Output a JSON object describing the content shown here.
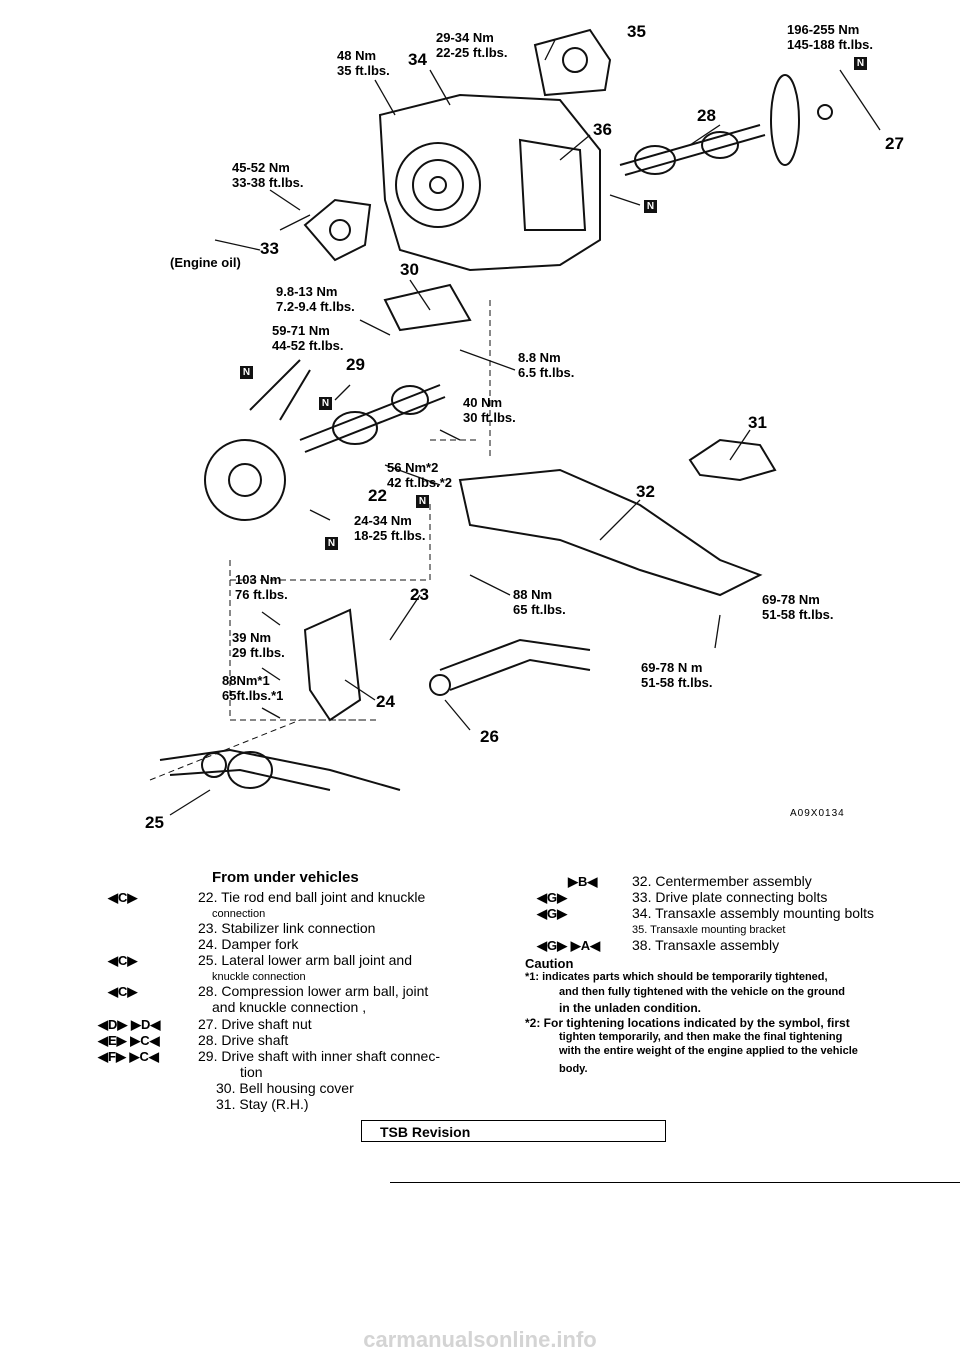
{
  "diagram": {
    "part_numbers": [
      "22",
      "23",
      "24",
      "25",
      "26",
      "27",
      "28",
      "29",
      "30",
      "31",
      "32",
      "33",
      "34",
      "35",
      "36"
    ],
    "torques": {
      "t35top": "196-255 Nm\n145-188 ft.lbs.",
      "t34a": "48 Nm\n35 ft.lbs.",
      "t34b": "29-34 Nm\n22-25 ft.lbs.",
      "t33": "45-52 Nm\n33-38 ft.lbs.",
      "t30": "9.8-13 Nm\n7.2-9.4 ft.lbs.",
      "t59": "59-71 Nm\n44-52 ft.lbs.",
      "t88a": "8.8 Nm\n6.5 ft.lbs.",
      "t40": "40 Nm\n30 ft.lbs.",
      "t56": "56 Nm*2\n42 ft.lbs.*2",
      "t24": "24-34 Nm\n18-25 ft.lbs.",
      "t103": "103 Nm\n76 ft.lbs.",
      "t39": "39 Nm\n29 ft.lbs.",
      "t88b": "88Nm*1\n65ft.lbs.*1",
      "t88c": "88 Nm\n65 ft.lbs.",
      "t69a": "69-78 Nm\n51-58 ft.lbs.",
      "t69b": "69-78 N m\n51-58 ft.lbs."
    },
    "engine_oil": "(Engine oil)",
    "figure_code": "A09X0134",
    "badge": "N"
  },
  "legend": {
    "heading": "From under vehicles",
    "left": [
      {
        "marks": "◀C▶",
        "text": "22. Tie rod end ball joint and knuckle"
      },
      {
        "marks": "",
        "text": "connection",
        "small": true
      },
      {
        "marks": "",
        "text": "23. Stabilizer link connection"
      },
      {
        "marks": "",
        "text": "24. Damper fork"
      },
      {
        "marks": "◀C▶",
        "text": "25. Lateral lower arm ball joint and"
      },
      {
        "marks": "",
        "text": "knuckle connection",
        "small": true
      },
      {
        "marks": "◀C▶",
        "text": "28. Compression lower arm ball, joint"
      },
      {
        "marks": "",
        "text": "and knuckle connection ,"
      },
      {
        "marks": "◀D▶ ▶D◀",
        "text": "27. Drive shaft nut"
      },
      {
        "marks": "◀E▶ ▶C◀",
        "text": "28. Drive shaft"
      },
      {
        "marks": "◀F▶ ▶C◀",
        "text": "29. Drive shaft with inner shaft connec-"
      },
      {
        "marks": "",
        "text": "tion"
      },
      {
        "marks": "",
        "text": "30. Bell housing cover"
      },
      {
        "marks": "",
        "text": "31. Stay (R.H.)"
      }
    ],
    "right": [
      {
        "marks": "▶B◀",
        "text": "32. Centermember assembly"
      },
      {
        "marks": "◀G▶",
        "text": "33. Drive plate connecting bolts"
      },
      {
        "marks": "◀G▶",
        "text": "34. Transaxle assembly mounting bolts"
      },
      {
        "marks": "",
        "text": "35. Transaxle mounting bracket",
        "small": true
      },
      {
        "marks": "◀G▶ ▶A◀",
        "text": "38. Transaxle assembly"
      }
    ],
    "caution_title": "Caution",
    "caution_lines": [
      "*1: indicates parts which should be temporarily tightened,",
      "and then fully tightened with the vehicle on the ground",
      "in the unladen condition.",
      "*2: For tightening locations indicated by the symbol, first",
      "tighten temporarily, and then make the final tightening",
      "with the entire weight of the engine applied to the vehicle",
      "body."
    ]
  },
  "revision": "TSB Revision",
  "watermark": "carmanualsonline.info"
}
